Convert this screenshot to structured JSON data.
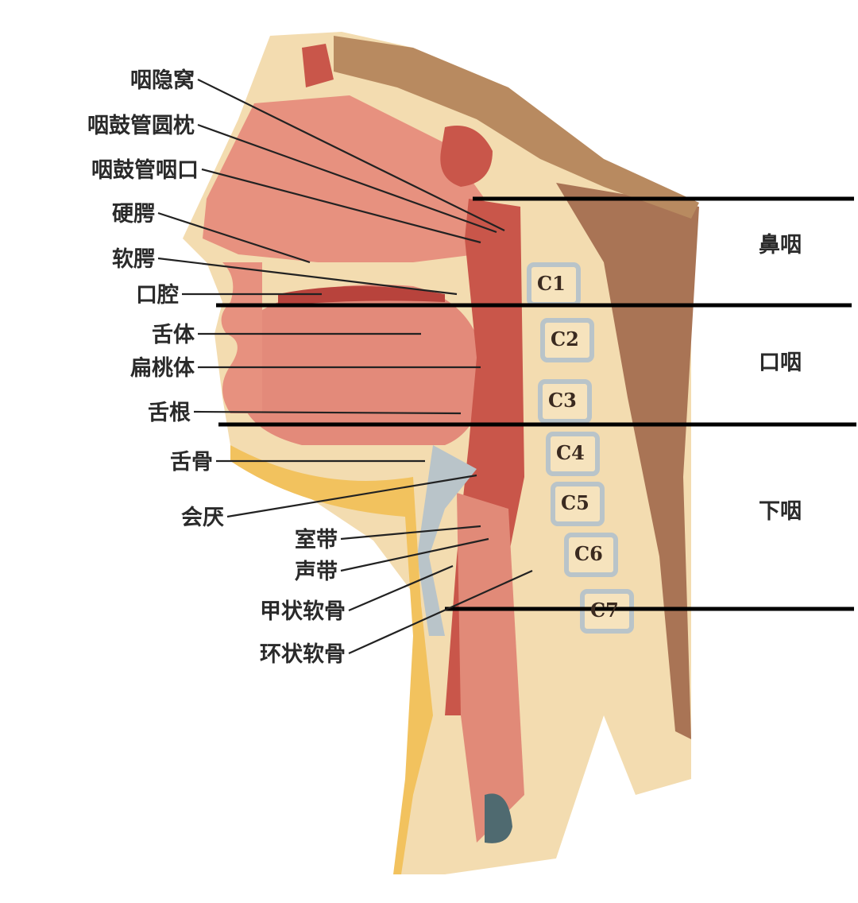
{
  "left_labels": [
    "咽隐窝",
    "咽鼓管圆枕",
    "咽鼓管咽口",
    "硬腭",
    "软腭",
    "口腔",
    "舌体",
    "扁桃体",
    "舌根",
    "舌骨",
    "会厌",
    "室带",
    "声带",
    "甲状软骨",
    "环状软骨"
  ],
  "region_labels": [
    "鼻咽",
    "口咽",
    "下咽"
  ],
  "vertebrae": [
    "C1",
    "C2",
    "C3",
    "C4",
    "C5",
    "C6",
    "C7"
  ],
  "colors": {
    "tissue": "#e7917f",
    "muscle": "#c9564a",
    "cavity": "#b8433c",
    "bone": "#f3dcb0",
    "fat": "#f2c25e",
    "spine": "#a97455",
    "cartilage": "#b9c4c9"
  }
}
